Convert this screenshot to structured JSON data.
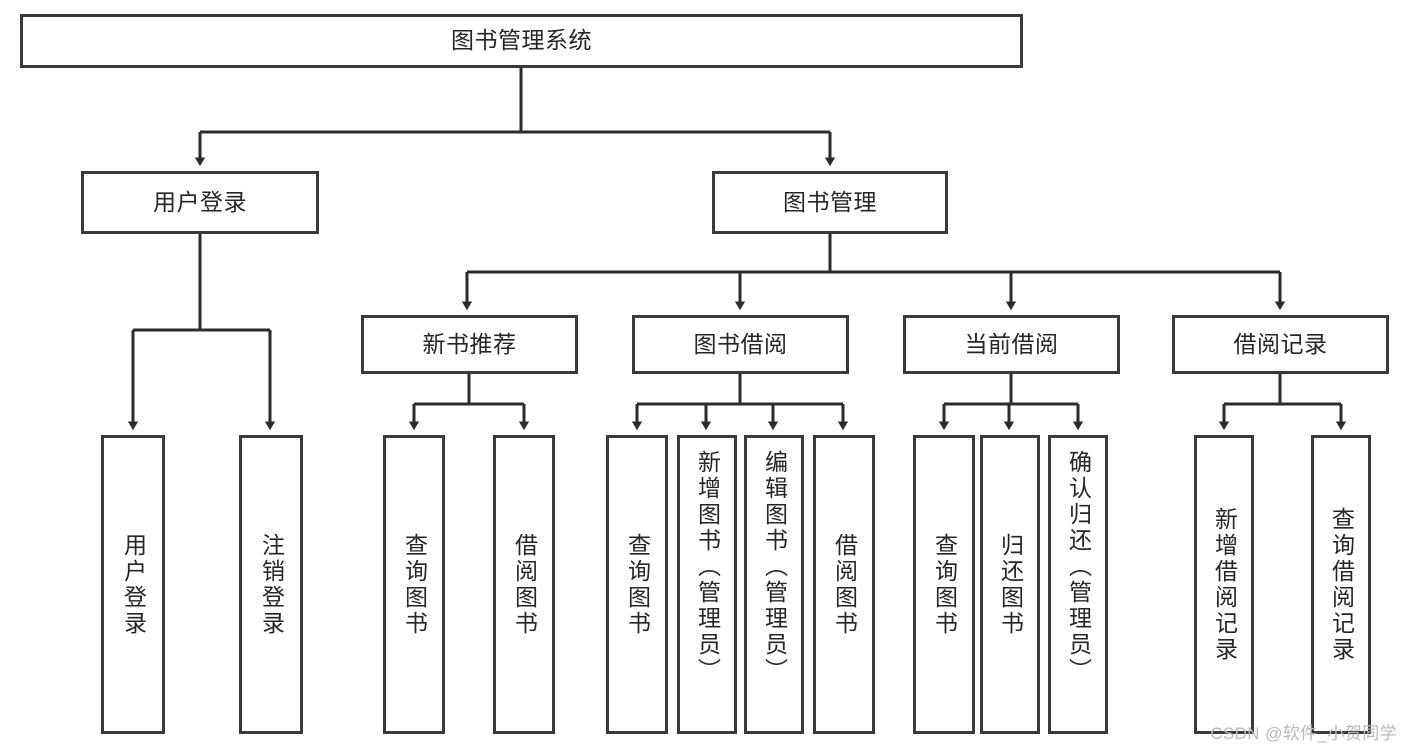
{
  "diagram": {
    "type": "tree-hierarchy-flowchart",
    "title": "图书管理系统",
    "watermark": "CSDN @软件_小贺同学",
    "colors": {
      "box_border": "#3a3a3a",
      "box_fill": "#ffffff",
      "connector": "#2b2b2b",
      "text": "#262626",
      "watermark": "#b9b9b9",
      "background": "#ffffff"
    },
    "levels": {
      "root": "图书管理系统",
      "level2": [
        "用户登录",
        "图书管理"
      ],
      "level3": [
        "新书推荐",
        "图书借阅",
        "当前借阅",
        "借阅记录"
      ]
    },
    "nodes": {
      "root": {
        "label": "图书管理系统"
      },
      "user_login": {
        "label": "用户登录"
      },
      "book_manage": {
        "label": "图书管理"
      },
      "new_book_rec": {
        "label": "新书推荐"
      },
      "book_borrow": {
        "label": "图书借阅"
      },
      "current_borrow": {
        "label": "当前借阅"
      },
      "borrow_record": {
        "label": "借阅记录"
      },
      "leaf_user_login": {
        "label": "用户登录"
      },
      "leaf_logout": {
        "label": "注销登录"
      },
      "leaf_query_book_1": {
        "label": "查询图书"
      },
      "leaf_borrow_book_1": {
        "label": "借阅图书"
      },
      "leaf_query_book_2": {
        "label": "查询图书"
      },
      "leaf_add_book": {
        "label": "新增图书（管理员）"
      },
      "leaf_edit_book": {
        "label": "编辑图书（管理员）"
      },
      "leaf_borrow_book_2": {
        "label": "借阅图书"
      },
      "leaf_query_book_3": {
        "label": "查询图书"
      },
      "leaf_return_book": {
        "label": "归还图书"
      },
      "leaf_confirm_return": {
        "label": "确认归还（管理员）"
      },
      "leaf_add_record": {
        "label": "新增借阅记录"
      },
      "leaf_query_record": {
        "label": "查询借阅记录"
      }
    },
    "edges": [
      {
        "from": "root",
        "to": "user_login"
      },
      {
        "from": "root",
        "to": "book_manage"
      },
      {
        "from": "book_manage",
        "to": "new_book_rec"
      },
      {
        "from": "book_manage",
        "to": "book_borrow"
      },
      {
        "from": "book_manage",
        "to": "current_borrow"
      },
      {
        "from": "book_manage",
        "to": "borrow_record"
      },
      {
        "from": "user_login",
        "to": "leaf_user_login"
      },
      {
        "from": "user_login",
        "to": "leaf_logout"
      },
      {
        "from": "new_book_rec",
        "to": "leaf_query_book_1"
      },
      {
        "from": "new_book_rec",
        "to": "leaf_borrow_book_1"
      },
      {
        "from": "book_borrow",
        "to": "leaf_query_book_2"
      },
      {
        "from": "book_borrow",
        "to": "leaf_add_book"
      },
      {
        "from": "book_borrow",
        "to": "leaf_edit_book"
      },
      {
        "from": "book_borrow",
        "to": "leaf_borrow_book_2"
      },
      {
        "from": "current_borrow",
        "to": "leaf_query_book_3"
      },
      {
        "from": "current_borrow",
        "to": "leaf_return_book"
      },
      {
        "from": "current_borrow",
        "to": "leaf_confirm_return"
      },
      {
        "from": "borrow_record",
        "to": "leaf_add_record"
      },
      {
        "from": "borrow_record",
        "to": "leaf_query_record"
      }
    ]
  }
}
